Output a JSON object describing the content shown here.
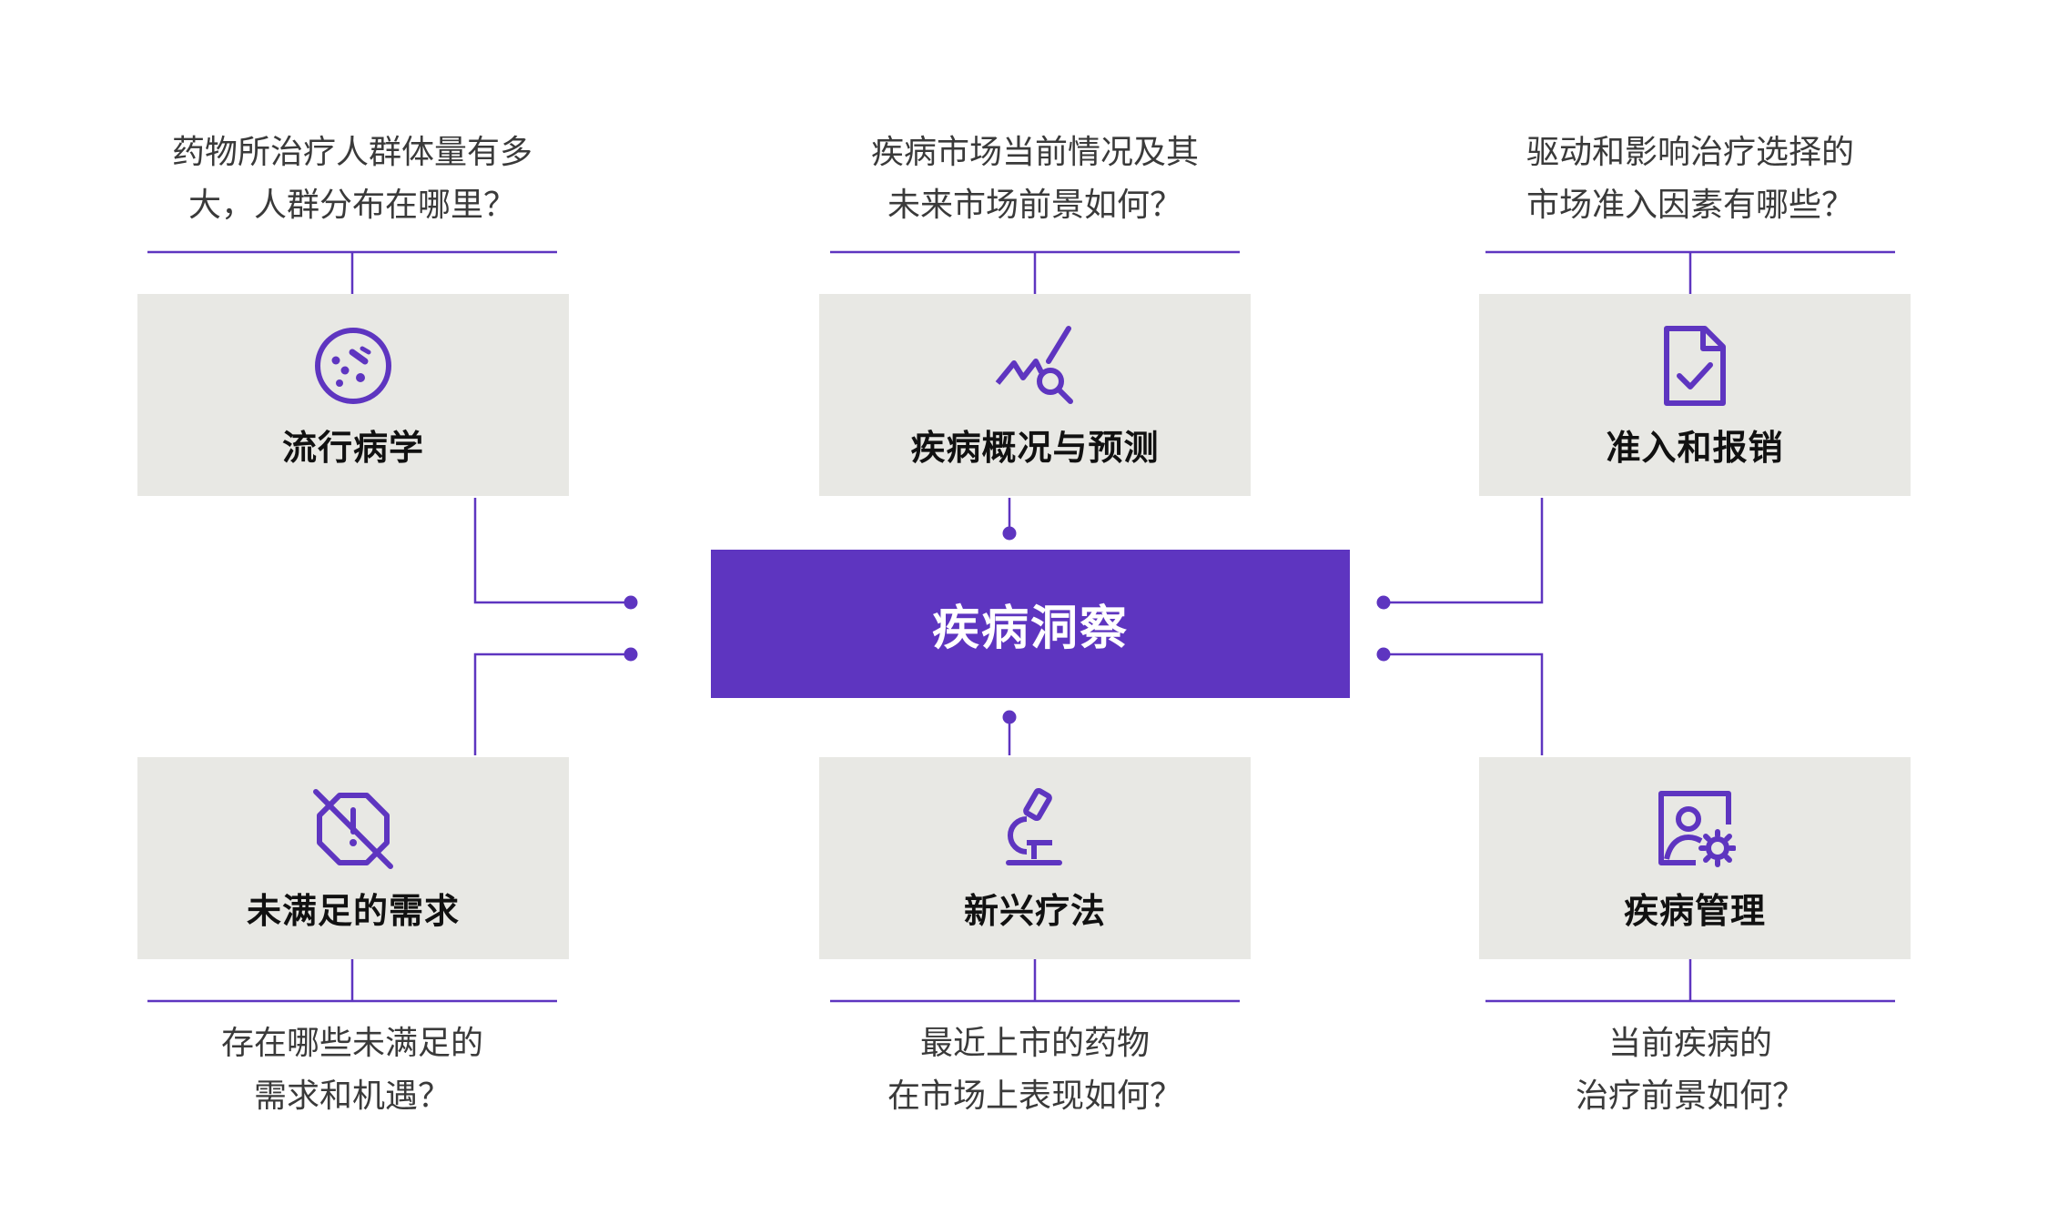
{
  "colors": {
    "accent": "#5e35c0",
    "box_bg": "#e8e8e4",
    "text": "#3a3a3a"
  },
  "center": {
    "label": "疾病洞察"
  },
  "nodes": [
    {
      "label": "流行病学",
      "icon": "bacteria-icon",
      "question": [
        "药物所治疗人群体量有多",
        "大，人群分布在哪里？"
      ]
    },
    {
      "label": "疾病概况与预测",
      "icon": "trend-search-icon",
      "question": [
        "疾病市场当前情况及其",
        "未来市场前景如何？"
      ]
    },
    {
      "label": "准入和报销",
      "icon": "document-check-icon",
      "question": [
        "驱动和影响治疗选择的",
        "市场准入因素有哪些？"
      ]
    },
    {
      "label": "未满足的需求",
      "icon": "alert-blocked-icon",
      "question": [
        "存在哪些未满足的",
        "需求和机遇？"
      ]
    },
    {
      "label": "新兴疗法",
      "icon": "microscope-icon",
      "question": [
        "最近上市的药物",
        "在市场上表现如何？"
      ]
    },
    {
      "label": "疾病管理",
      "icon": "profile-settings-icon",
      "question": [
        "当前疾病的",
        "治疗前景如何？"
      ]
    }
  ]
}
